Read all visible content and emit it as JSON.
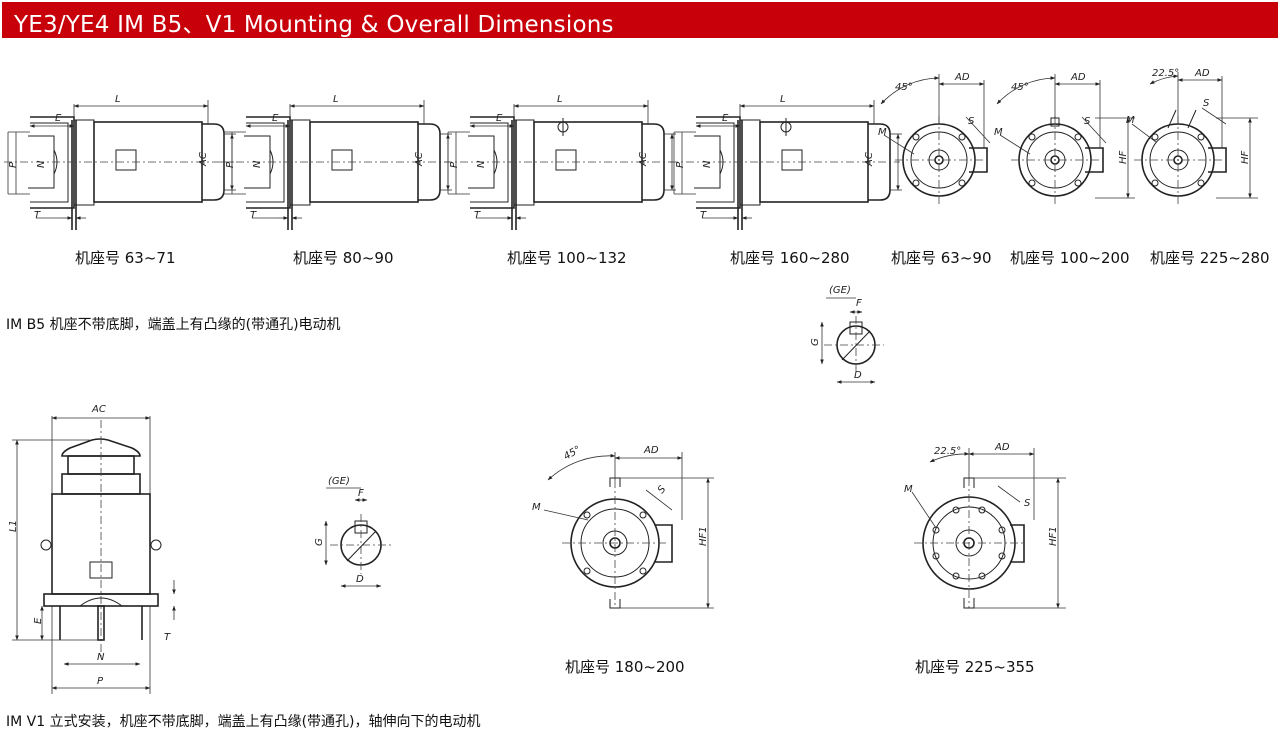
{
  "header": {
    "title": "YE3/YE4  IM B5、V1  Mounting & Overall Dimensions",
    "accent_color": "#c8000a"
  },
  "b5": {
    "captions": [
      "机座号 63~71",
      "机座号 80~90",
      "机座号 100~132",
      "机座号 160~280",
      "机座号 63~90",
      "机座号 100~200",
      "机座号 225~280"
    ],
    "description": "IM B5 机座不带底脚，端盖上有凸缘的(带通孔)电动机"
  },
  "v1": {
    "captions": [
      "机座号 180~200",
      "机座号 225~355"
    ],
    "description": "IM V1 立式安装，机座不带底脚，端盖上有凸缘(带通孔)，轴伸向下的电动机"
  },
  "labels": {
    "L": "L",
    "E": "E",
    "P": "P",
    "N": "N",
    "T": "T",
    "AC": "AC",
    "AD": "AD",
    "HF": "HF",
    "HF1": "HF1",
    "M": "M",
    "S": "S",
    "L1": "L1",
    "GE": "(GE)",
    "F": "F",
    "G": "G",
    "D": "D",
    "a45": "45°",
    "a225": "22.5°"
  }
}
